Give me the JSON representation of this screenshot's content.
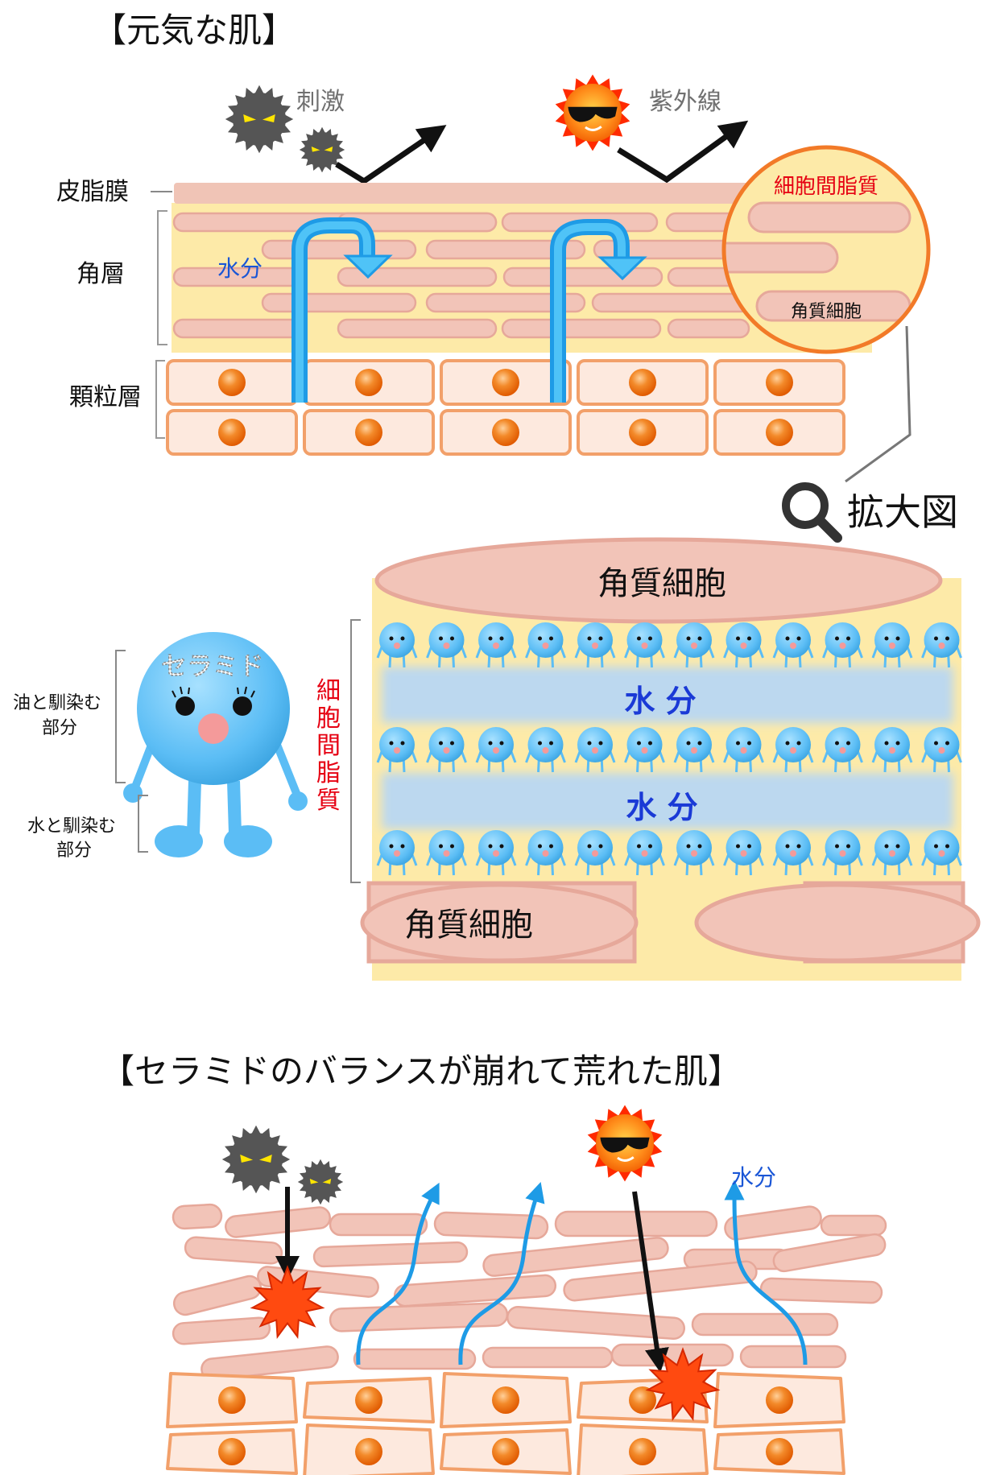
{
  "healthy": {
    "heading": "【元気な肌】",
    "irritant_label": "刺激",
    "uv_label": "紫外線",
    "layers": {
      "sebum": "皮脂膜",
      "stratum_corneum": "角層",
      "granular": "顆粒層"
    },
    "water_label": "水分",
    "circle": {
      "lipid_label": "細胞間脂質",
      "cell_label": "角質細胞"
    }
  },
  "magnified": {
    "label": "拡大図",
    "top_cell": "角質細胞",
    "bottom_cell": "角質細胞",
    "lipid_vertical": "細胞間脂質",
    "water_rows": [
      "水 分",
      "水 分"
    ],
    "ceramide_name": "セラミド",
    "oil_part": [
      "油と馴染む",
      "部分"
    ],
    "water_part": [
      "水と馴染む",
      "部分"
    ]
  },
  "damaged": {
    "heading": "【セラミドのバランスが崩れて荒れた肌】",
    "water_label": "水分"
  },
  "colors": {
    "lipid_bg": "#fdeaa8",
    "corneocyte": "#f2c4b8",
    "corneocyte_stroke": "#e6a89a",
    "granular_fill": "#fde9de",
    "granular_stroke": "#f2a06a",
    "nucleus": "#f07d1e",
    "water_arrow": "#1e9be6",
    "water_band": "#bcd8ef",
    "ceramide": "#5bbdf5",
    "red_label": "#e60012",
    "blue_label": "#1a56d6",
    "gray_text": "#707070",
    "burst": "#ff4a10"
  }
}
